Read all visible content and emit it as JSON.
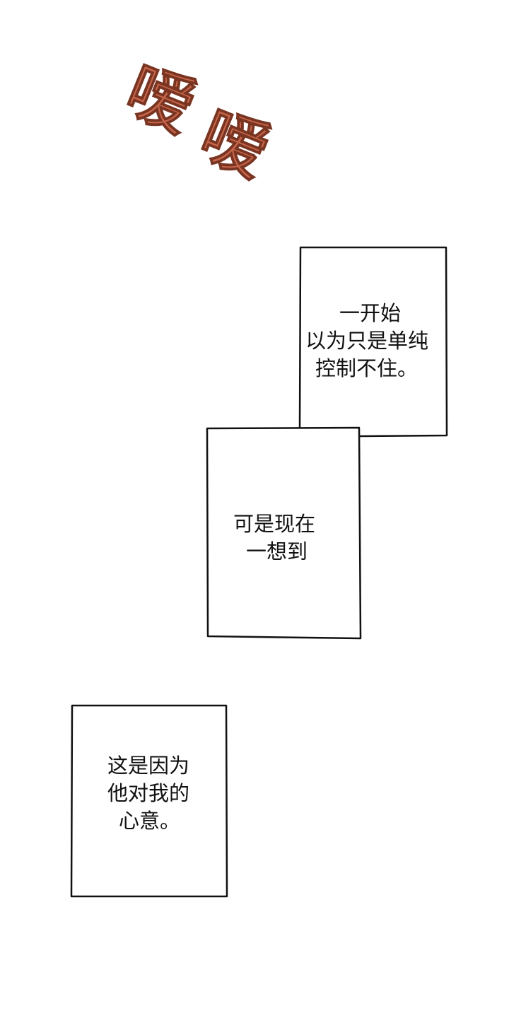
{
  "sound_effect": {
    "char_1": "嗳",
    "char_2": "嗳",
    "color": "#c8664c"
  },
  "captions": [
    {
      "lines": [
        "一开始",
        "以为只是单纯",
        "控制不住。"
      ]
    },
    {
      "lines": [
        "可是现在",
        "一想到"
      ]
    },
    {
      "lines": [
        "这是因为",
        "他对我的",
        "心意。"
      ]
    }
  ]
}
